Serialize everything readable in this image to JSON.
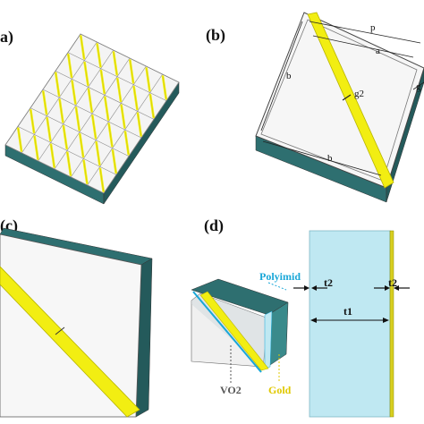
{
  "panels": {
    "a": {
      "label": "a)"
    },
    "b": {
      "label": "(b)",
      "dims": {
        "p": "p",
        "a": "a",
        "b_left": "b",
        "b_bottom": "b",
        "g2": "g2",
        "g": "g"
      }
    },
    "c": {
      "label": "(c)"
    },
    "d": {
      "label": "(d)",
      "materials": {
        "polyimide": "Polyimid",
        "vo2": "VO2",
        "gold": "Gold"
      },
      "dims": {
        "t2_left": "t2",
        "t2_right": "t2",
        "t1": "t1"
      }
    }
  },
  "colors": {
    "substrate_side": "#2e6f70",
    "substrate_top": "#f2f2f2",
    "gold": "#f2ee12",
    "gold_edge": "#b8b400",
    "polyimide": "#bfe8f2",
    "polyimide_label": "#19a7d8",
    "gold_label": "#e0c800",
    "outline": "#555555"
  }
}
